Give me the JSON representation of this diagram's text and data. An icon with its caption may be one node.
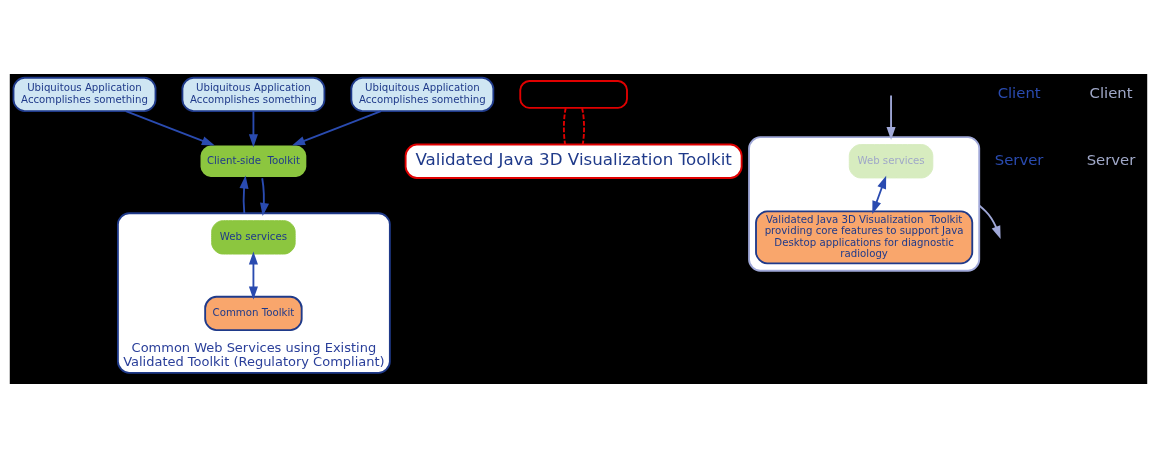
{
  "diagram": {
    "nodes": [
      {
        "text": [
          "Ubiquitous Application",
          "Accomplishes something"
        ]
      },
      {
        "text": [
          "Ubiquitous Application",
          "Accomplishes something"
        ]
      },
      {
        "text": [
          "Ubiquitous Application",
          "Accomplishes something"
        ]
      },
      {
        "text": [
          "Client-side  Toolkit"
        ]
      },
      {
        "text": [],
        "shape": "box",
        "beside": [
          "Common Web Services using Existing Validated Toolkit (Regulatory Compliant)"
        ]
      },
      {
        "text": [
          "Web services"
        ],
        "in": 4
      },
      {
        "text": [
          "Common Toolkit"
        ],
        "in": 4
      },
      {
        "text": [],
        "shape": "box"
      },
      {
        "text": [
          "Validated Java 3D Visualization Toolkit"
        ]
      },
      {
        "text": [],
        "shape": "box"
      },
      {
        "text": [
          "Web services"
        ],
        "in": 9
      },
      {
        "text": [
          "Validated Java 3D Visualization  Toolkit providing core features to support Java Desktop applications for diagnostic radiology"
        ],
        "in": 9
      }
    ],
    "edges": [
      {
        "from": 0,
        "to": 3,
        "arrow": "to"
      },
      {
        "from": 1,
        "to": 3,
        "arrow": "to"
      },
      {
        "from": 2,
        "to": 3,
        "arrow": "to"
      },
      {
        "from": 3,
        "to": 4,
        "arrow": "to"
      },
      {
        "from": 4,
        "to": 3,
        "arrow": "to"
      },
      {
        "from": 5,
        "to": 6,
        "arrow": "both"
      },
      {
        "from": 7,
        "to": 8,
        "arrow": "none",
        "style": "dashed",
        "color": "#e00000"
      },
      {
        "from": 7,
        "to": 8,
        "arrow": "none",
        "style": "dashed",
        "color": "#e00000"
      },
      {
        "from": null,
        "to": 9,
        "arrow": "to",
        "color": "#a0a8d8"
      },
      {
        "from": 9,
        "to": null,
        "arrow": "to",
        "color": "#a0a8d8"
      },
      {
        "from": 10,
        "to": 11,
        "arrow": "both"
      }
    ],
    "labels": [
      "Client",
      "Server",
      "Client",
      "Server"
    ]
  }
}
